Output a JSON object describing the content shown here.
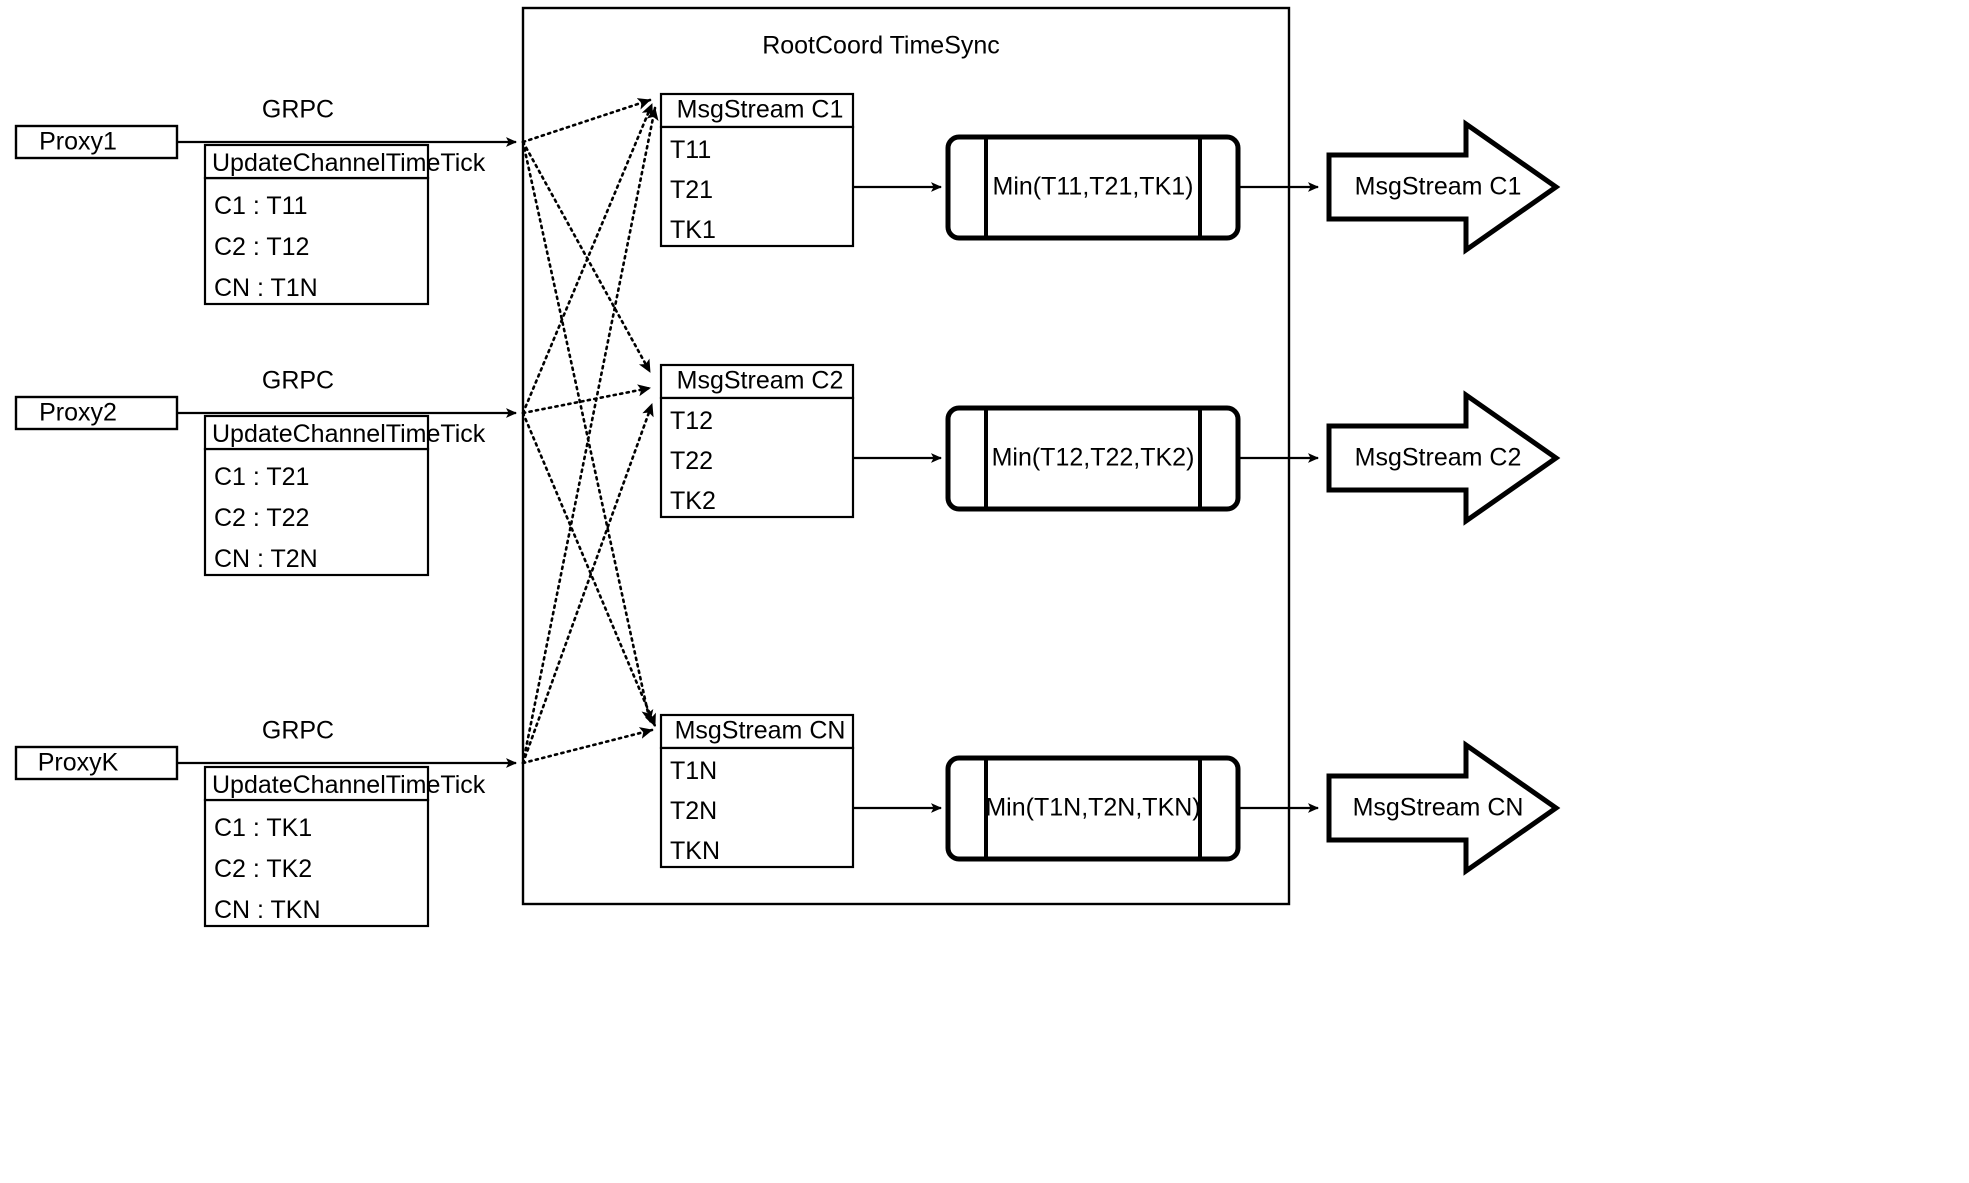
{
  "diagram": {
    "container_title": "RootCoord TimeSync",
    "colors": {
      "stroke": "#000000",
      "background": "#ffffff",
      "text": "#000000"
    },
    "link_label": "GRPC",
    "proxies": [
      {
        "name": "Proxy1",
        "link_label": "GRPC",
        "table_header": "UpdateChannelTimeTick",
        "rows": [
          "C1 :  T11",
          "C2 :  T12",
          "CN : T1N"
        ]
      },
      {
        "name": "Proxy2",
        "link_label": "GRPC",
        "table_header": "UpdateChannelTimeTick",
        "rows": [
          "C1 :  T21",
          "C2 :  T22",
          "CN : T2N"
        ]
      },
      {
        "name": "ProxyK",
        "link_label": "GRPC",
        "table_header": "UpdateChannelTimeTick",
        "rows": [
          "C1 :  TK1",
          "C2 :  TK2",
          "CN : TKN"
        ]
      }
    ],
    "channels": [
      {
        "msgstream_header": "MsgStream C1",
        "msgstream_rows": [
          "T11",
          "T21",
          "TK1"
        ],
        "min_label": "Min(T11,T21,TK1)",
        "output_label": "MsgStream C1"
      },
      {
        "msgstream_header": "MsgStream C2",
        "msgstream_rows": [
          "T12",
          "T22",
          "TK2"
        ],
        "min_label": "Min(T12,T22,TK2)",
        "output_label": "MsgStream C2"
      },
      {
        "msgstream_header": "MsgStream CN",
        "msgstream_rows": [
          "T1N",
          "T2N",
          "TKN"
        ],
        "min_label": "Min(T1N,T2N,TKN)",
        "output_label": "MsgStream CN"
      }
    ]
  }
}
